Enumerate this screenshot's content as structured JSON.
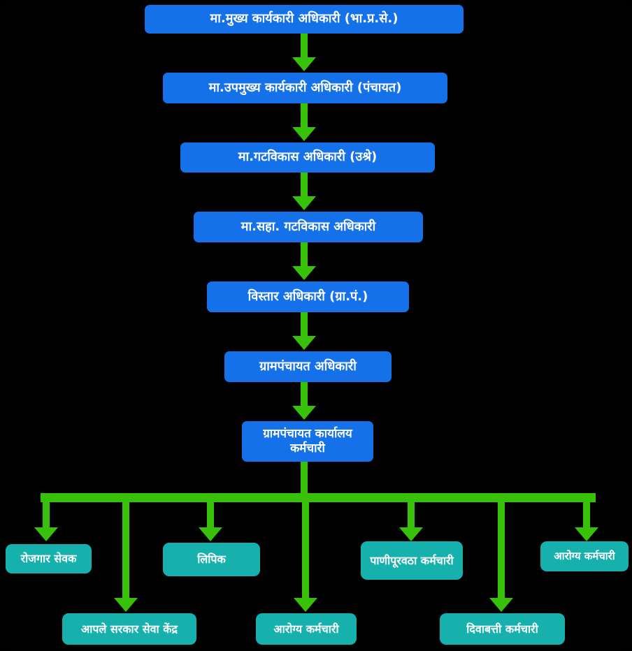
{
  "colors": {
    "bg": "#010101",
    "node": "#1471ea",
    "leaf": "#16b1ad",
    "arrow": "#38c109",
    "text": "#ffffff"
  },
  "org_chart": {
    "chain": [
      {
        "label": "मा.मुख्य कार्यकारी अधिकारी (भा.प्र.से.)"
      },
      {
        "label": "मा.उपमुख्य कार्यकारी अधिकारी (पंचायत)"
      },
      {
        "label": "मा.गटविकास अधिकारी (उश्रे)"
      },
      {
        "label": "मा.सहा. गटविकास अधिकारी"
      },
      {
        "label": "विस्तार अधिकारी (ग्रा.पं.)"
      },
      {
        "label": "ग्रामपंचायत अधिकारी"
      },
      {
        "label": "ग्रामपंचायत कार्यालय कर्मचारी"
      }
    ],
    "staff_top_row": [
      {
        "label": "रोजगार सेवक"
      },
      {
        "label": "लिपिक"
      },
      {
        "label": "पाणीपूरवठा कर्मचारी"
      },
      {
        "label": "आरोग्य कर्मचारी"
      }
    ],
    "staff_bottom_row": [
      {
        "label": "आपले सरकार सेवा केंद्र"
      },
      {
        "label": "आरोग्य कर्मचारी"
      },
      {
        "label": "दिवाबत्ती कर्मचारी"
      }
    ]
  }
}
